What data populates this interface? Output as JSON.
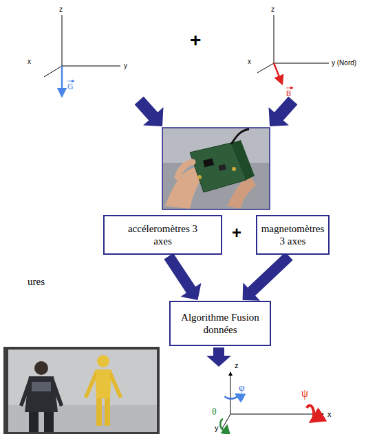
{
  "diagram": {
    "nodes": [
      {
        "text": [
          "accéleromètres 3 axes"
        ]
      },
      {
        "text": [
          "magnetomètres 3 axes"
        ]
      },
      {
        "text": [
          "Algorithme Fusion données"
        ]
      }
    ],
    "edges": [
      {
        "from": 0,
        "to": 2,
        "arrow": "to"
      },
      {
        "from": 1,
        "to": 2,
        "arrow": "to"
      }
    ],
    "labels": [
      "z",
      "x",
      "y",
      "G",
      "+",
      "z",
      "x",
      "y (Nord)",
      "B",
      "+",
      "ures",
      "z",
      "x",
      "y",
      "φ",
      "ψ",
      "θ"
    ]
  }
}
